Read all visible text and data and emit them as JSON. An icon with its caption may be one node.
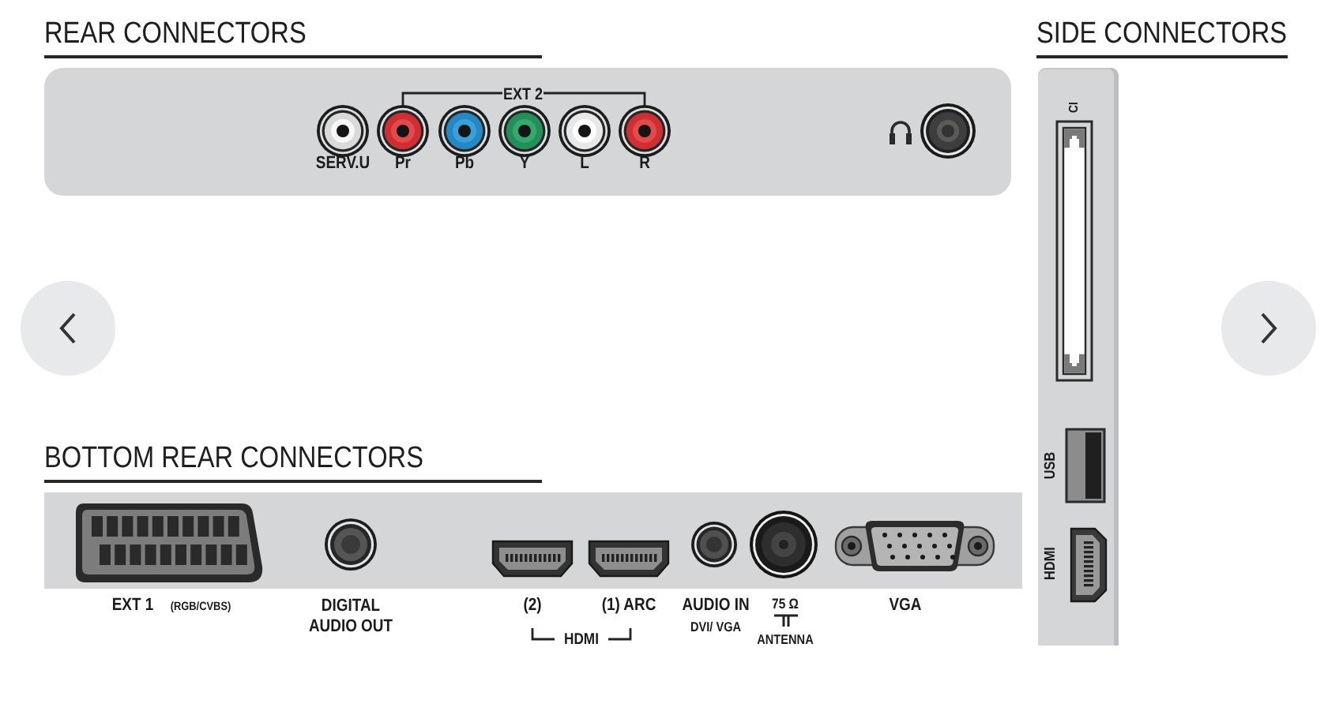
{
  "diagram": {
    "nodes": [
      {
        "text": [
          "REAR CONNECTORS"
        ]
      },
      {
        "text": [
          "BOTTOM REAR CONNECTORS"
        ]
      },
      {
        "text": [
          "SIDE CONNECTORS"
        ]
      }
    ],
    "labels": [
      "EXT 2",
      "SERV.U",
      "Pr",
      "Pb",
      "Y",
      "L",
      "R",
      "CI",
      "USB",
      "HDMI",
      "EXT 1",
      "(RGB/CVBS)",
      "DIGITAL AUDIO OUT",
      "(2)",
      "(1) ARC",
      "HDMI",
      "AUDIO IN",
      "DVI/ VGA",
      "75 Ω",
      "ANTENNA",
      "VGA"
    ]
  }
}
